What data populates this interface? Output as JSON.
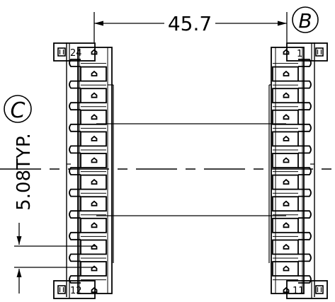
{
  "dimensions": {
    "width_label": "45.7",
    "pitch_label": "5.08TYP."
  },
  "callouts": {
    "b": "B",
    "c": "C"
  },
  "pins": {
    "top_left": "24",
    "top_right": "1",
    "bottom_left": "12",
    "bottom_right": "11"
  },
  "colors": {
    "line": "#000000",
    "background": "#ffffff"
  }
}
